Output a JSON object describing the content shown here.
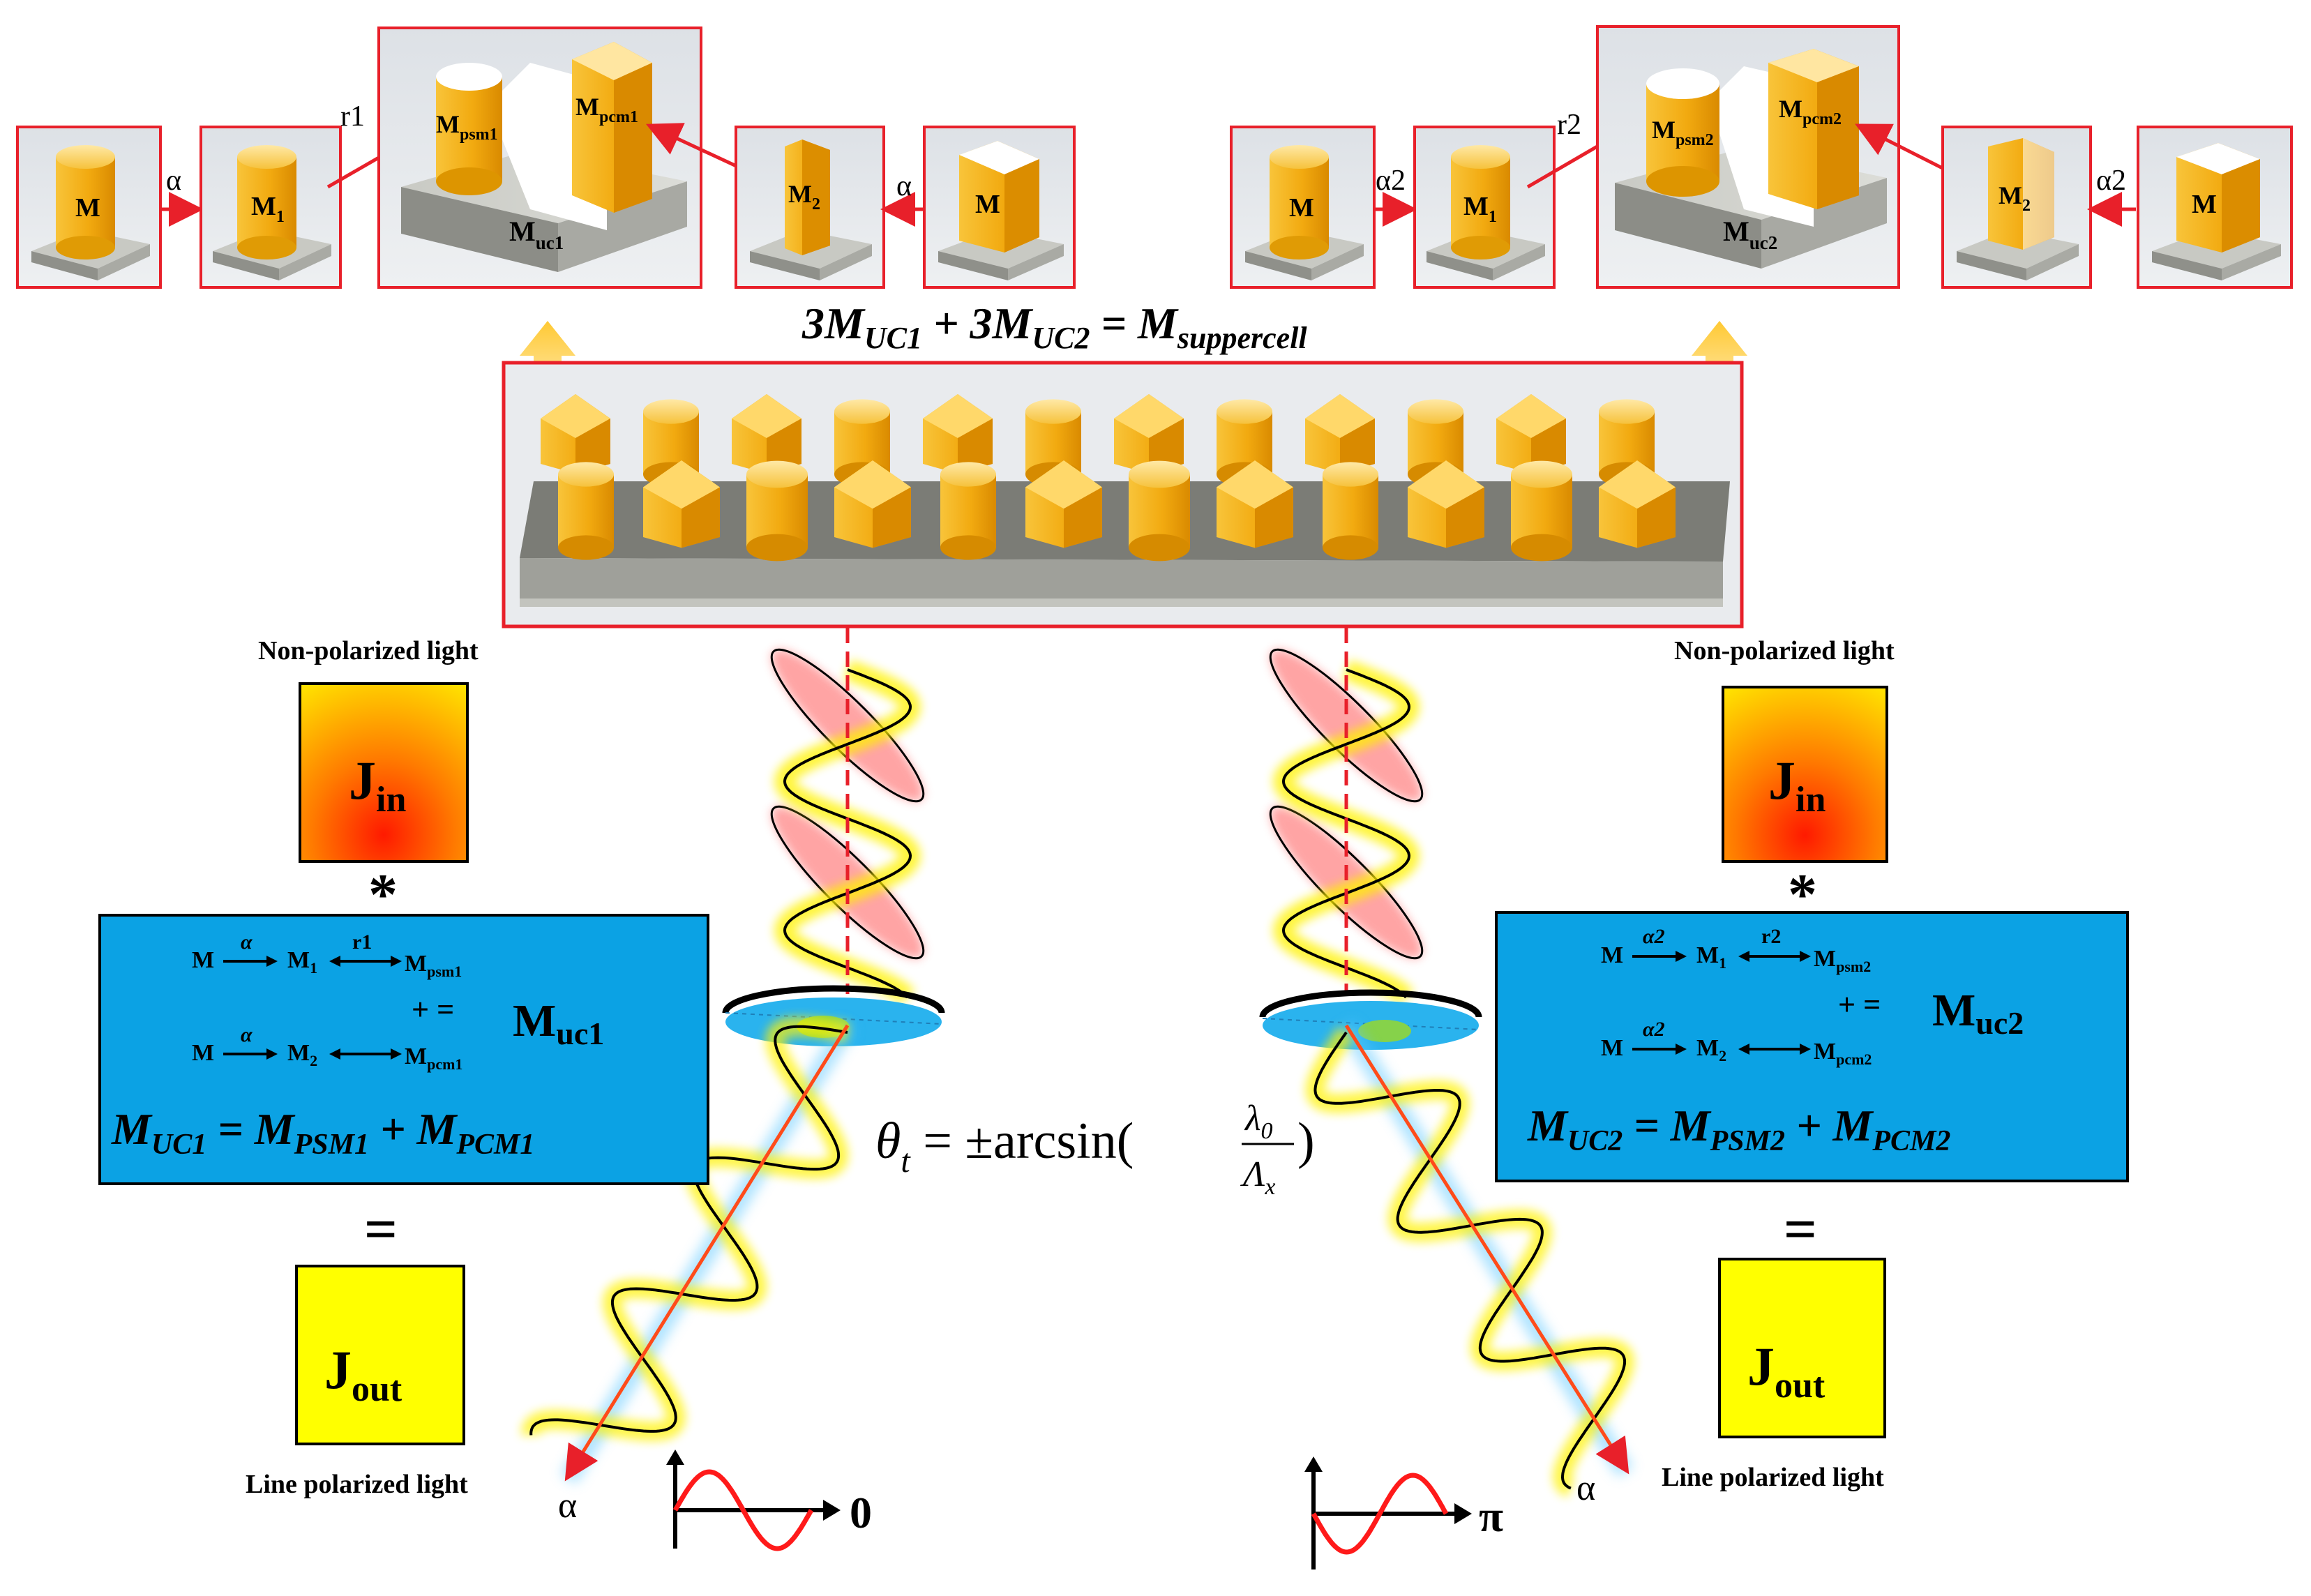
{
  "top": {
    "left": {
      "m": "M",
      "alpha": "α",
      "m1": "M",
      "m1_sub": "1",
      "r": "r1",
      "psm_main": "M",
      "psm_sub": "psm1",
      "pcm_main": "M",
      "pcm_sub": "pcm1",
      "uc_main": "M",
      "uc_sub": "uc1",
      "m2": "M",
      "m2_sub": "2",
      "alpha2": "α",
      "m_end": "M"
    },
    "right": {
      "m": "M",
      "alpha": "α2",
      "m1": "M",
      "m1_sub": "1",
      "r": "r2",
      "psm_main": "M",
      "psm_sub": "psm2",
      "pcm_main": "M",
      "pcm_sub": "pcm2",
      "uc_main": "M",
      "uc_sub": "uc2",
      "m2": "M",
      "m2_sub": "2",
      "alpha2": "α2",
      "m_end": "M"
    }
  },
  "supercell_eq": {
    "a": "3M",
    "a_sub": "UC1",
    "plus": " + ",
    "b": "3M",
    "b_sub": "UC2",
    "eq": " = ",
    "c": "M",
    "c_sub": "suppercell"
  },
  "left_panel": {
    "input_label": "Non-polarized light",
    "jin": "J",
    "jin_sub": "in",
    "star": "*",
    "eq_sign": "=",
    "jout": "J",
    "jout_sub": "out",
    "output_label": "Line polarized light",
    "box": {
      "row1": [
        "M",
        "α",
        "M",
        "1",
        "r1",
        "M",
        "psm1"
      ],
      "row2": [
        "M",
        "α",
        "M",
        "2",
        "M",
        "pcm1"
      ],
      "plus_eq": "+ =",
      "muc": "M",
      "muc_sub": "uc1",
      "formula": [
        "M",
        "UC1",
        " = M",
        "PSM1",
        " + M",
        "PCM1"
      ]
    }
  },
  "right_panel": {
    "input_label": "Non-polarized light",
    "jin": "J",
    "jin_sub": "in",
    "star": "*",
    "eq_sign": "=",
    "jout": "J",
    "jout_sub": "out",
    "output_label": "Line polarized light",
    "box": {
      "row1": [
        "M",
        "α2",
        "M",
        "1",
        "r2",
        "M",
        "psm2"
      ],
      "row2": [
        "M",
        "α2",
        "M",
        "2",
        "M",
        "pcm2"
      ],
      "plus_eq": "+ =",
      "muc": "M",
      "muc_sub": "uc2",
      "formula": [
        "M",
        "UC2",
        " = M",
        "PSM2",
        " + M",
        "PCM2"
      ]
    }
  },
  "center_formula": {
    "theta": "θ",
    "theta_sub": "t",
    "rhs": " = ±arcsin(",
    "num": "λ",
    "num_sub": "0",
    "den": "Λ",
    "den_sub": "x",
    "close": ")"
  },
  "beams": {
    "left_angle": "α",
    "right_angle": "α",
    "left_phase": "0",
    "right_phase": "π"
  },
  "colors": {
    "frame_red": "#e8202a",
    "arrow_red": "#e8202a",
    "box_blue": "#0ba2e4",
    "gold": "#f5b00c",
    "yellow": "#ffff00",
    "base_gray": "#a7a8a2"
  }
}
